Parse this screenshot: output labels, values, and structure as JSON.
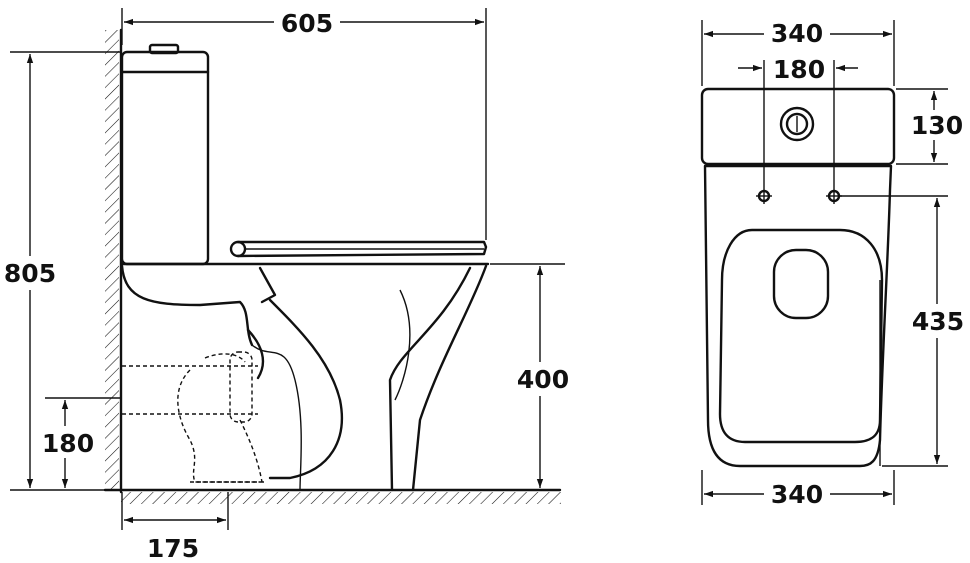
{
  "side_view": {
    "overall_depth": "605",
    "overall_height": "805",
    "seat_height": "400",
    "outlet_height": "180",
    "outlet_offset": "175"
  },
  "top_view": {
    "tank_width": "340",
    "fixing_spacing": "180",
    "tank_depth": "130",
    "bowl_length": "435",
    "base_width": "340"
  }
}
